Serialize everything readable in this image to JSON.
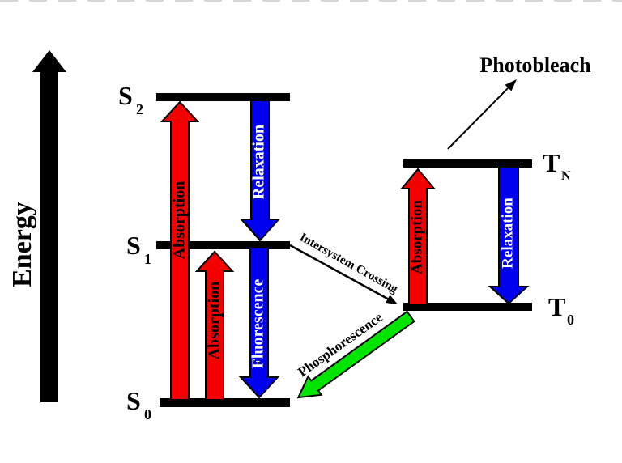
{
  "colors": {
    "background": "#ffffff",
    "level_bar": "#000000",
    "absorption": "#f40000",
    "relaxation": "#0000ee",
    "fluorescence": "#0000ee",
    "phosphorescence": "#00e400",
    "outline": "#000000",
    "label_on_blue": "#ffffff",
    "label_on_red": "#000000",
    "thin_arrow": "#000000",
    "edge_artifact": "#d6d6d6"
  },
  "energy_axis": {
    "label": "Energy"
  },
  "levels": {
    "s2": {
      "symbol": "S",
      "subscript": "2"
    },
    "s1": {
      "symbol": "S",
      "subscript": "1"
    },
    "s0": {
      "symbol": "S",
      "subscript": "0"
    },
    "tn": {
      "symbol": "T",
      "subscript": "N"
    },
    "t0": {
      "symbol": "T",
      "subscript": "0"
    }
  },
  "transitions": {
    "absorption_s0_s2": {
      "label": "Absorption"
    },
    "absorption_s0_s1": {
      "label": "Absorption"
    },
    "relaxation_s2_s1": {
      "label": "Relaxation"
    },
    "fluorescence_s1_s0": {
      "label": "Fluorescence"
    },
    "absorption_t0_tn": {
      "label": "Absorption"
    },
    "relaxation_tn_t0": {
      "label": "Relaxation"
    },
    "intersystem_crossing": {
      "label": "Intersystem Crossing"
    },
    "phosphorescence": {
      "label": "Phosphorescence"
    },
    "photobleach": {
      "label": "Photobleach"
    }
  }
}
